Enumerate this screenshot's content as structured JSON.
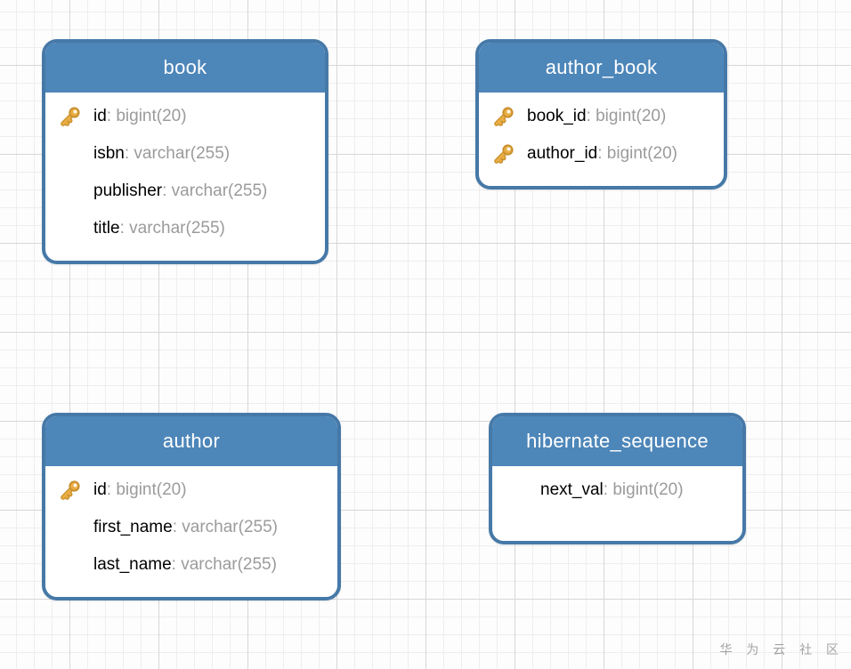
{
  "diagram": {
    "type": "database-er-diagram",
    "theme": {
      "header_color": "#4d86b9",
      "border_color": "#4679a8",
      "key_icon_color": "#e6ab41",
      "field_name_color": "#000000",
      "field_type_color": "#9b9b9b",
      "grid_minor_color": "#eeeeee",
      "grid_major_color": "#d7d7d7"
    },
    "tables": [
      {
        "name": "book",
        "fields": [
          {
            "name": "id",
            "type": "bigint(20)",
            "key": true
          },
          {
            "name": "isbn",
            "type": "varchar(255)",
            "key": false
          },
          {
            "name": "publisher",
            "type": "varchar(255)",
            "key": false
          },
          {
            "name": "title",
            "type": "varchar(255)",
            "key": false
          }
        ]
      },
      {
        "name": "author_book",
        "fields": [
          {
            "name": "book_id",
            "type": "bigint(20)",
            "key": true
          },
          {
            "name": "author_id",
            "type": "bigint(20)",
            "key": true
          }
        ]
      },
      {
        "name": "author",
        "fields": [
          {
            "name": "id",
            "type": "bigint(20)",
            "key": true
          },
          {
            "name": "first_name",
            "type": "varchar(255)",
            "key": false
          },
          {
            "name": "last_name",
            "type": "varchar(255)",
            "key": false
          }
        ]
      },
      {
        "name": "hibernate_sequence",
        "fields": [
          {
            "name": "next_val",
            "type": "bigint(20)",
            "key": false
          }
        ]
      }
    ],
    "field_separator": ": ",
    "watermark": "华 为 云 社 区"
  }
}
